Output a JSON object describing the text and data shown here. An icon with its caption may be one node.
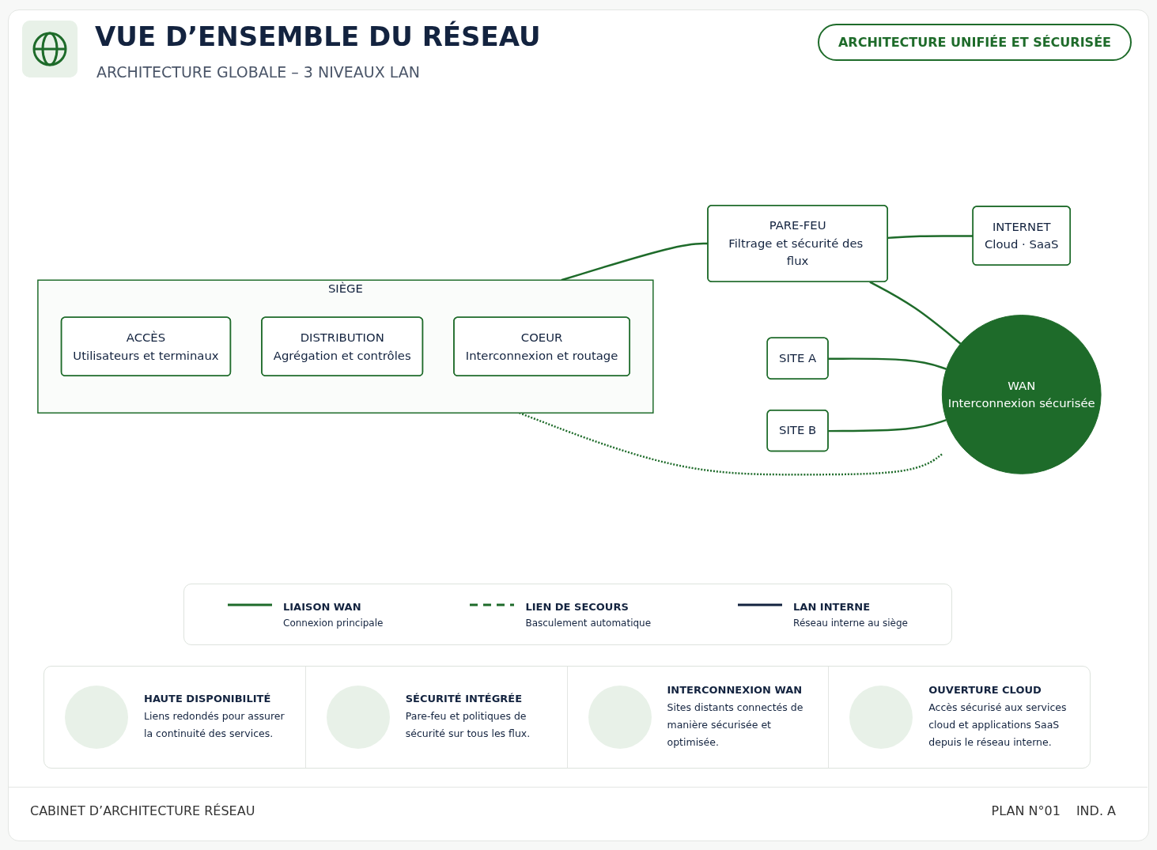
{
  "diagram": {
    "title": "VUE D’ENSEMBLE DU RÉSEAU",
    "nodes": [
      {
        "text": [
          "SIÈGE"
        ]
      },
      {
        "text": [
          "ACCÈS",
          "Utilisateurs et terminaux"
        ],
        "in": 0
      },
      {
        "text": [
          "DISTRIBUTION",
          "Agrégation et contrôles"
        ],
        "in": 0
      },
      {
        "text": [
          "COEUR",
          "Interconnexion et routage"
        ],
        "in": 0
      },
      {
        "text": [
          "INTERNET",
          "Cloud · SaaS"
        ]
      },
      {
        "text": [
          "PARE-FEU",
          "Filtrage et sécurité des flux"
        ]
      },
      {
        "text": [
          "WAN",
          "Interconnexion sécurisée"
        ]
      },
      {
        "text": [
          "SITE A"
        ]
      },
      {
        "text": [
          "SITE B"
        ]
      }
    ],
    "edges": [
      {
        "from": 0,
        "to": 5,
        "arrow": "none"
      },
      {
        "from": 5,
        "to": 4,
        "arrow": "none"
      },
      {
        "from": 5,
        "to": 6,
        "arrow": "none"
      },
      {
        "from": 0,
        "to": 6,
        "arrow": "none",
        "style": "dashed"
      },
      {
        "from": 7,
        "to": 6,
        "arrow": "none"
      },
      {
        "from": 8,
        "to": 6,
        "arrow": "none"
      }
    ],
    "labels": [
      "ARCHITECTURE GLOBALE – 3 NIVEAUX LAN",
      "ARCHITECTURE UNIFIÉE ET SÉCURISÉE",
      "Connexion principale",
      "Basculement automatique",
      "Réseau interne au siège",
      "HAUTE DISPONIBILITÉ",
      "Liens redondés pour assurer la continuité des services.",
      "SÉCURITÉ INTÉGRÉE",
      "Pare-feu et politiques de sécurité sur tous les flux.",
      "INTERCONNEXION WAN",
      "Sites distants connectés de manière sécurisée et optimisée.",
      "OUVERTURE CLOUD",
      "Accès sécurisé aux services cloud et applications SaaS depuis le réseau interne.",
      "CABINET D’ARCHITECTURE RÉSEAU",
      "PLAN N°01",
      "IND. A"
    ],
    "legend": [
      {
        "text": "LIAISON WAN"
      },
      {
        "text": "LIEN DE SECOURS"
      },
      {
        "text": "LAN INTERNE"
      }
    ]
  }
}
